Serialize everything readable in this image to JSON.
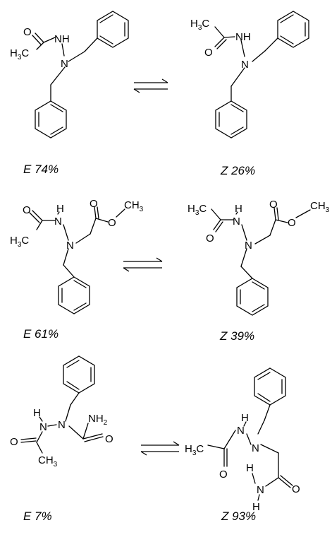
{
  "labels": {
    "O": "O",
    "N": "N",
    "H": "H",
    "NH": "NH",
    "C": "C",
    "CH": "CH",
    "H3C_prefix": "H",
    "C_suffix": "C",
    "num3": "3",
    "num2": "2"
  },
  "pairs": [
    {
      "left_caption": "E 74%",
      "right_caption": "Z 26%"
    },
    {
      "left_caption": "E 61%",
      "right_caption": "Z 39%"
    },
    {
      "left_caption": "E 7%",
      "right_caption": "Z 93%"
    }
  ]
}
